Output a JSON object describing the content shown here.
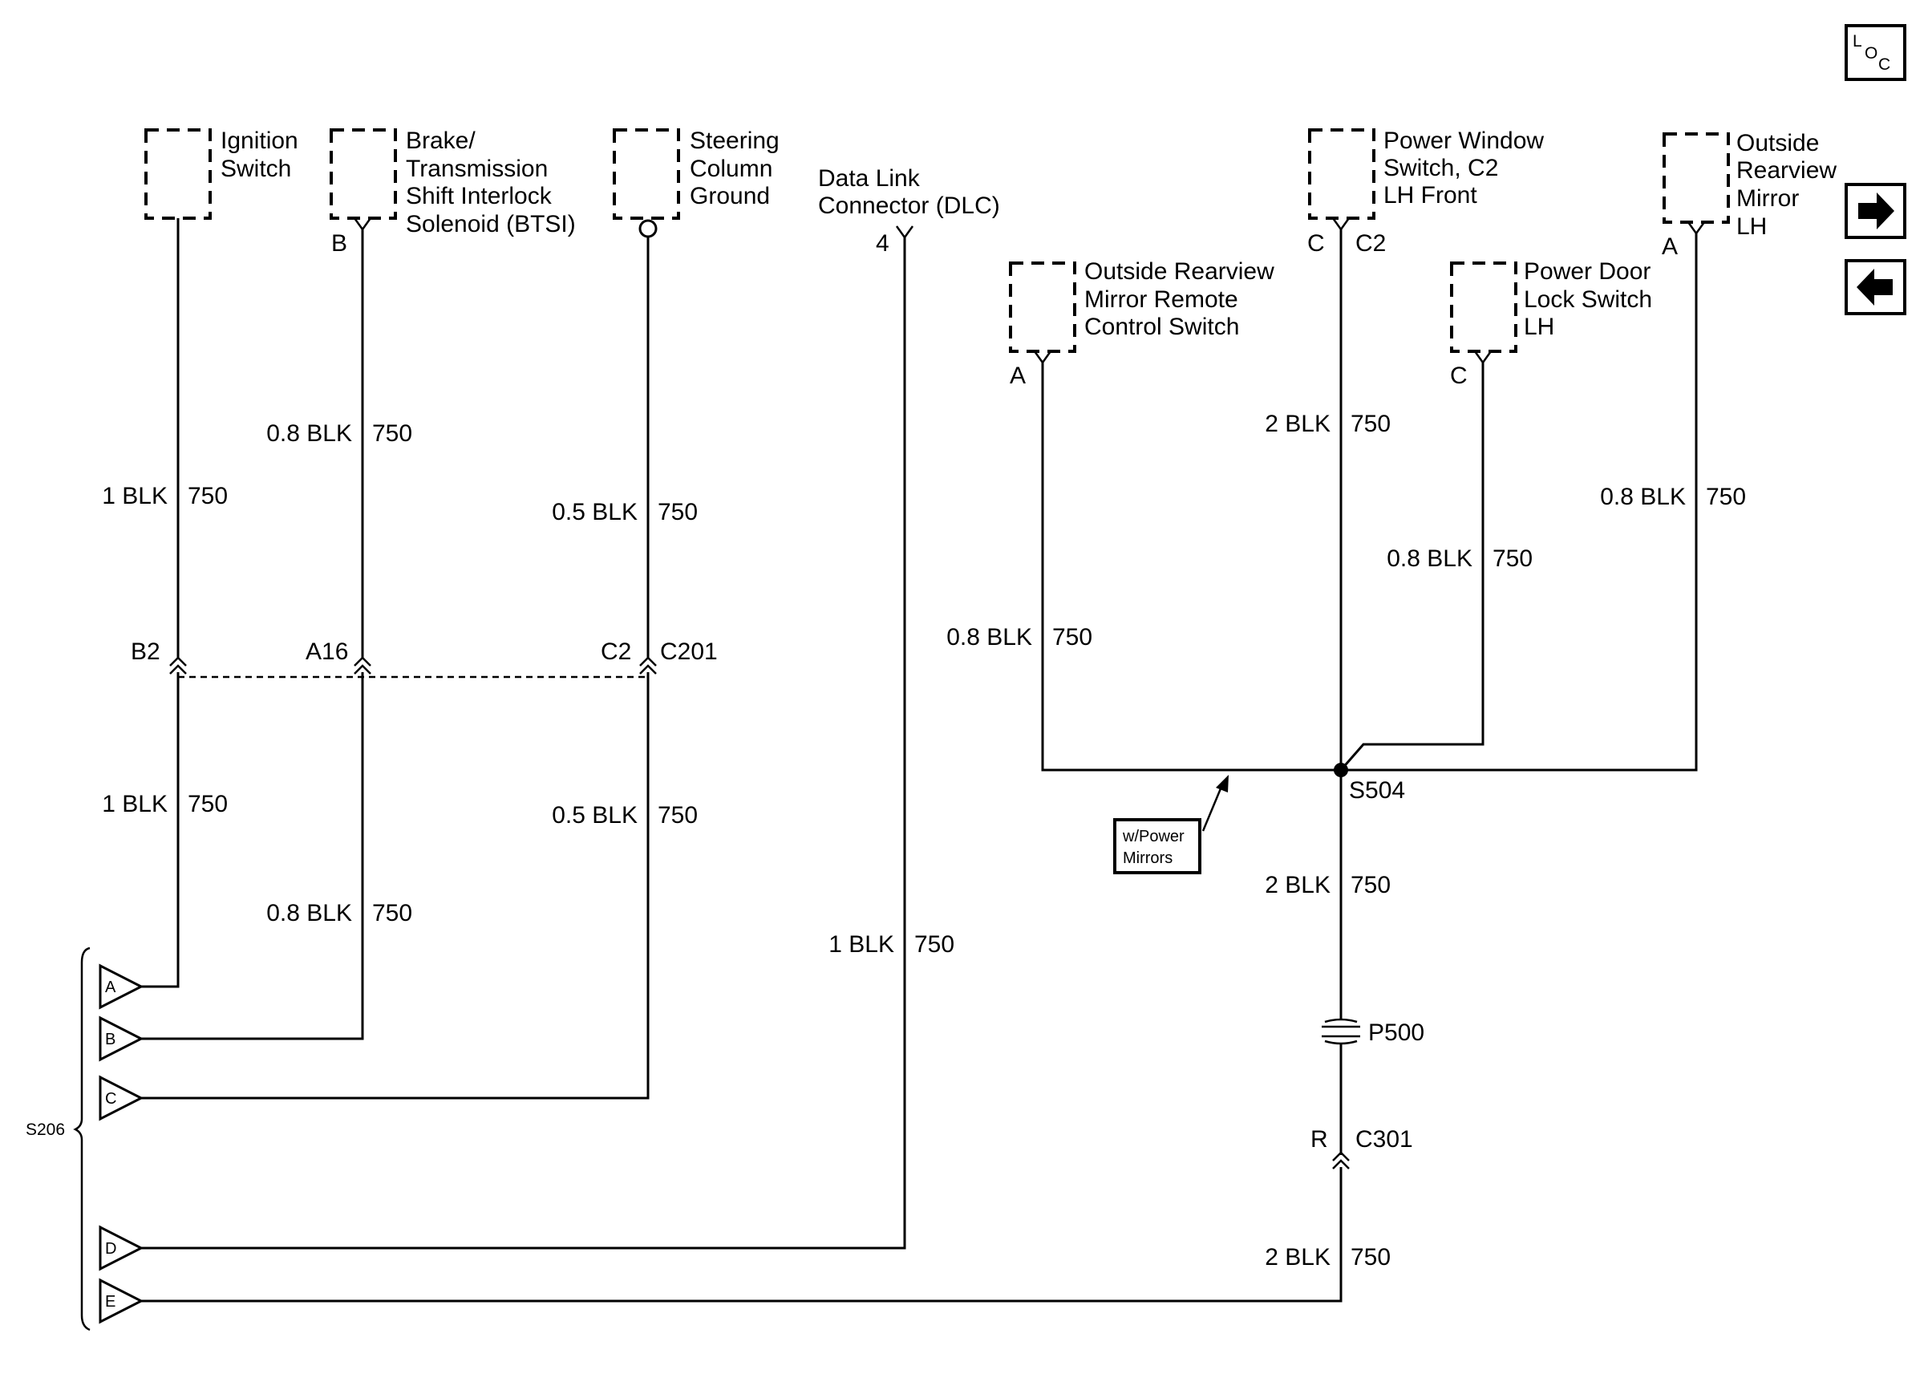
{
  "nav": {
    "loc_top": "L",
    "loc_mid": "O",
    "loc_bot": "C",
    "next_icon": "arrow-right-icon",
    "prev_icon": "arrow-left-icon"
  },
  "components": {
    "ignition_switch": {
      "line1": "Ignition",
      "line2": "Switch"
    },
    "btsi": {
      "line1": "Brake/",
      "line2": "Transmission",
      "line3": "Shift Interlock",
      "line4": "Solenoid (BTSI)",
      "pin": "B"
    },
    "steering_column": {
      "line1": "Steering",
      "line2": "Column",
      "line3": "Ground"
    },
    "dlc": {
      "line1": "Data Link",
      "line2": "Connector (DLC)",
      "pin": "4"
    },
    "mirror_remote": {
      "line1": "Outside Rearview",
      "line2": "Mirror Remote",
      "line3": "Control Switch",
      "pin": "A"
    },
    "power_window": {
      "line1": "Power Window",
      "line2": "Switch, C2",
      "line3": "LH Front",
      "pin": "C",
      "connector": "C2"
    },
    "power_door_lock": {
      "line1": "Power Door",
      "line2": "Lock Switch",
      "line3": "LH",
      "pin": "C"
    },
    "mirror_lh": {
      "line1": "Outside",
      "line2": "Rearview",
      "line3": "Mirror",
      "line4": "LH",
      "pin": "A"
    }
  },
  "wires": {
    "ign_upper": {
      "size": "1 BLK",
      "circuit": "750"
    },
    "ign_lower": {
      "size": "1 BLK",
      "circuit": "750"
    },
    "btsi_upper": {
      "size": "0.8 BLK",
      "circuit": "750"
    },
    "btsi_lower": {
      "size": "0.8 BLK",
      "circuit": "750"
    },
    "steer_upper": {
      "size": "0.5 BLK",
      "circuit": "750"
    },
    "steer_lower": {
      "size": "0.5 BLK",
      "circuit": "750"
    },
    "dlc": {
      "size": "1 BLK",
      "circuit": "750"
    },
    "mirror_remote": {
      "size": "0.8 BLK",
      "circuit": "750"
    },
    "power_window": {
      "size": "2 BLK",
      "circuit": "750"
    },
    "door_lock": {
      "size": "0.8 BLK",
      "circuit": "750"
    },
    "mirror_lh": {
      "size": "0.8 BLK",
      "circuit": "750"
    },
    "s504_down": {
      "size": "2 BLK",
      "circuit": "750"
    },
    "c301_down": {
      "size": "2 BLK",
      "circuit": "750"
    }
  },
  "connectors": {
    "b2": "B2",
    "a16": "A16",
    "c2": "C2",
    "c201": "C201",
    "r": "R",
    "c301": "C301"
  },
  "splices": {
    "s504": "S504",
    "s206": "S206",
    "p500": "P500"
  },
  "option_note": {
    "line1": "w/Power",
    "line2": "Mirrors"
  },
  "ground_terminals": [
    "A",
    "B",
    "C",
    "D",
    "E"
  ]
}
